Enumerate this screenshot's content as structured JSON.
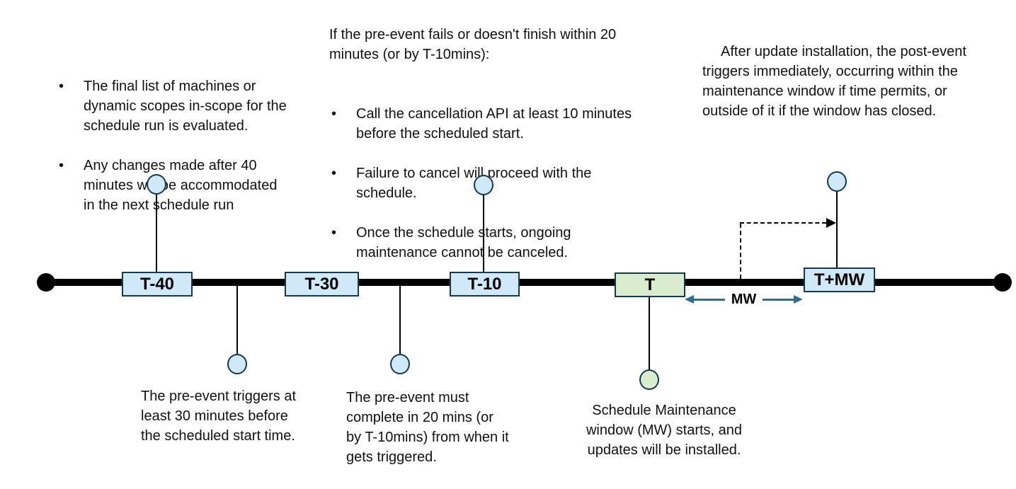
{
  "notes": {
    "top_left": {
      "bullets": [
        "The final list of machines or\ndynamic scopes in-scope for the\nschedule run is evaluated.",
        "Any changes made after 40\nminutes will be accommodated\nin the next schedule run"
      ]
    },
    "top_middle": {
      "intro": "If the pre-event fails or doesn't finish within 20\nminutes (or by T-10mins):",
      "bullets": [
        "Call the cancellation API at least 10 minutes\nbefore the scheduled start.",
        "Failure to cancel will proceed with the\nschedule.",
        "Once the schedule starts, ongoing\nmaintenance cannot be canceled."
      ]
    },
    "top_right": {
      "text": "After update installation, the post-event\ntriggers immediately, occurring within the\nmaintenance window if time permits, or\noutside of it if the window has closed."
    },
    "bottom": {
      "pre_event_trigger": "The pre-event triggers at\nleast 30 minutes before\nthe scheduled start time.",
      "pre_event_complete": "The pre-event must\ncomplete in 20 mins (or\nby T-10mins) from when it\ngets triggered.",
      "maintenance_window": "Schedule Maintenance\nwindow (MW) starts, and\nupdates will be installed."
    }
  },
  "timeline": {
    "milestones": [
      {
        "id": "t-40",
        "label": "T-40",
        "type": "blue"
      },
      {
        "id": "t-30",
        "label": "T-30",
        "type": "blue"
      },
      {
        "id": "t-10",
        "label": "T-10",
        "type": "blue"
      },
      {
        "id": "t",
        "label": "T",
        "type": "green"
      },
      {
        "id": "t-mw",
        "label": "T+MW",
        "type": "blue"
      }
    ],
    "mw_label": "MW"
  },
  "colors": {
    "box_blue_fill": "#cfe9f8",
    "box_green_fill": "#d9ecce",
    "box_border": "#123a50",
    "mw_arrow": "#2d6e91",
    "line": "#000000"
  }
}
